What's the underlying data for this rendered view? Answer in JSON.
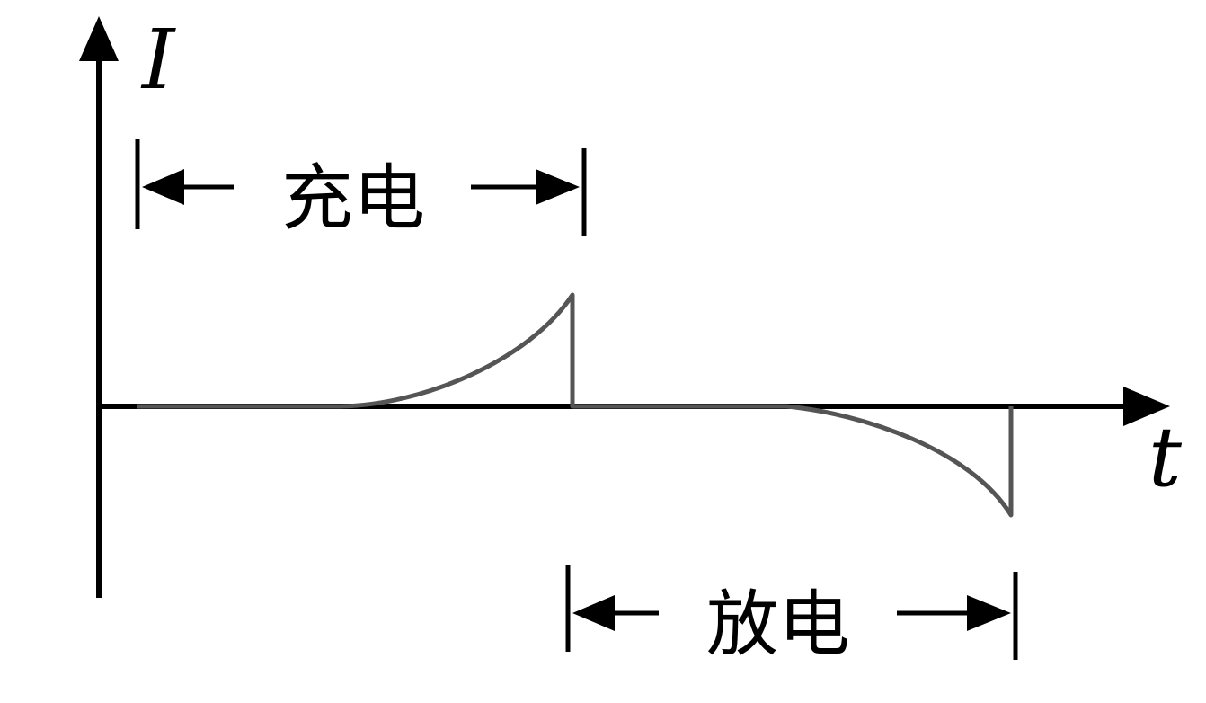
{
  "diagram": {
    "y_axis_label": "I",
    "x_axis_label": "t",
    "phases": [
      {
        "id": "charge",
        "label": "充电"
      },
      {
        "id": "discharge",
        "label": "放电"
      }
    ],
    "colors": {
      "axis": "#000000",
      "curve": "#555555",
      "text": "#000000",
      "background": "#ffffff"
    }
  }
}
